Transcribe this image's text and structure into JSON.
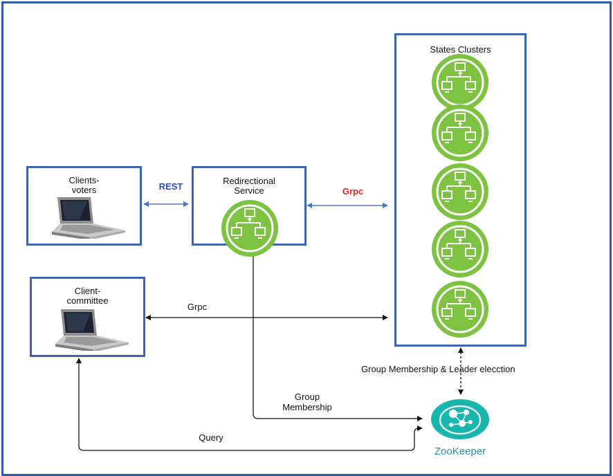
{
  "nodes": {
    "clients_voters": {
      "label": "Clients-\nvoters"
    },
    "redirectional_service": {
      "label": "Redirectional\nService"
    },
    "states_clusters": {
      "label": "States Clusters"
    },
    "client_committee": {
      "label": "Client-\ncommittee"
    },
    "zookeeper": {
      "label": "ZooKeeper"
    }
  },
  "edges": {
    "rest": {
      "label": "REST"
    },
    "grpc_service_clusters": {
      "label": "Grpc"
    },
    "grpc_committee_clusters": {
      "label": "Grpc"
    },
    "group_membership": {
      "label": "Group\nMembership"
    },
    "leader_election": {
      "label": "Group Membership & Leader elecction"
    },
    "query": {
      "label": "Query"
    }
  },
  "colors": {
    "border": "#3b64ad",
    "server_icon_green": "#7ec242",
    "zookeeper_teal": "#19b6b0",
    "rest_label": "#2a4bd6",
    "grpc_label": "#e02020",
    "arrow_blue": "#4a78c4"
  },
  "icons": {
    "laptop": "laptop-icon",
    "server_cluster": "server-cluster-icon",
    "zookeeper": "zookeeper-cloud-icon"
  }
}
